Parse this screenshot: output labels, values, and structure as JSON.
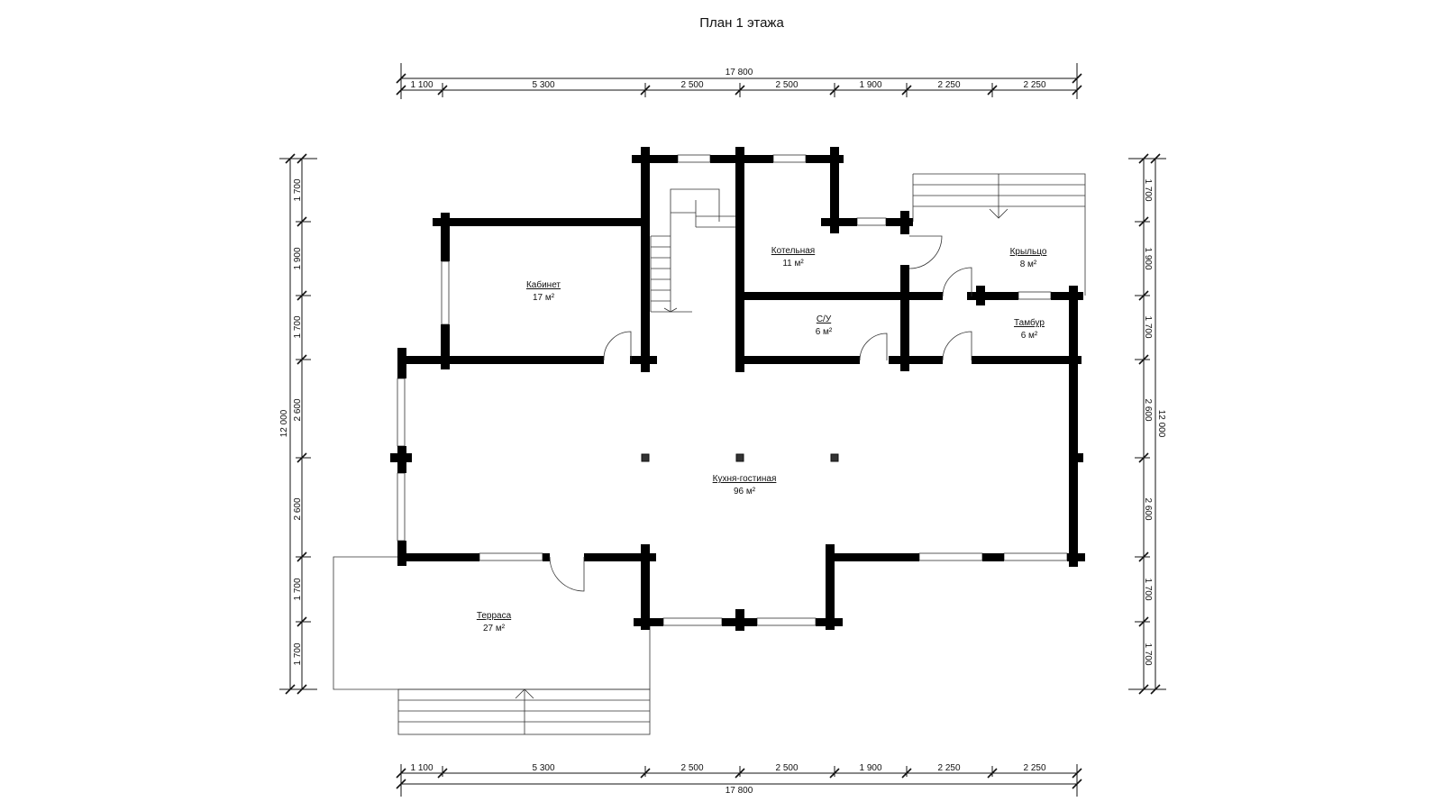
{
  "title": "План 1 этажа",
  "rooms": [
    {
      "id": "kabinet",
      "name": "Кабинет",
      "area": "17 м²"
    },
    {
      "id": "kotelnaya",
      "name": "Котельная",
      "area": "11 м²"
    },
    {
      "id": "su",
      "name": "С/У",
      "area": "6 м²"
    },
    {
      "id": "krylco",
      "name": "Крыльцо",
      "area": "8 м²"
    },
    {
      "id": "tambur",
      "name": "Тамбур",
      "area": "6 м²"
    },
    {
      "id": "kuhnya",
      "name": "Кухня-гостиная",
      "area": "96 м²"
    },
    {
      "id": "terrasa",
      "name": "Терраса",
      "area": "27 м²"
    }
  ],
  "dimensions": {
    "top_total": "17 800",
    "top_segments": [
      "1 100",
      "5 300",
      "2 500",
      "2 500",
      "1 900",
      "2 250",
      "2 250"
    ],
    "bottom_total": "17 800",
    "bottom_segments": [
      "1 100",
      "5 300",
      "2 500",
      "2 500",
      "1 900",
      "2 250",
      "2 250"
    ],
    "left_total": "12 000",
    "left_segments": [
      "1 700",
      "1 900",
      "1 700",
      "2 600",
      "2 600",
      "1 700",
      "1 700"
    ],
    "right_total": "12 000",
    "right_segments": [
      "1 700",
      "1 900",
      "1 700",
      "2 600",
      "2 600",
      "1 700",
      "1 700"
    ]
  }
}
